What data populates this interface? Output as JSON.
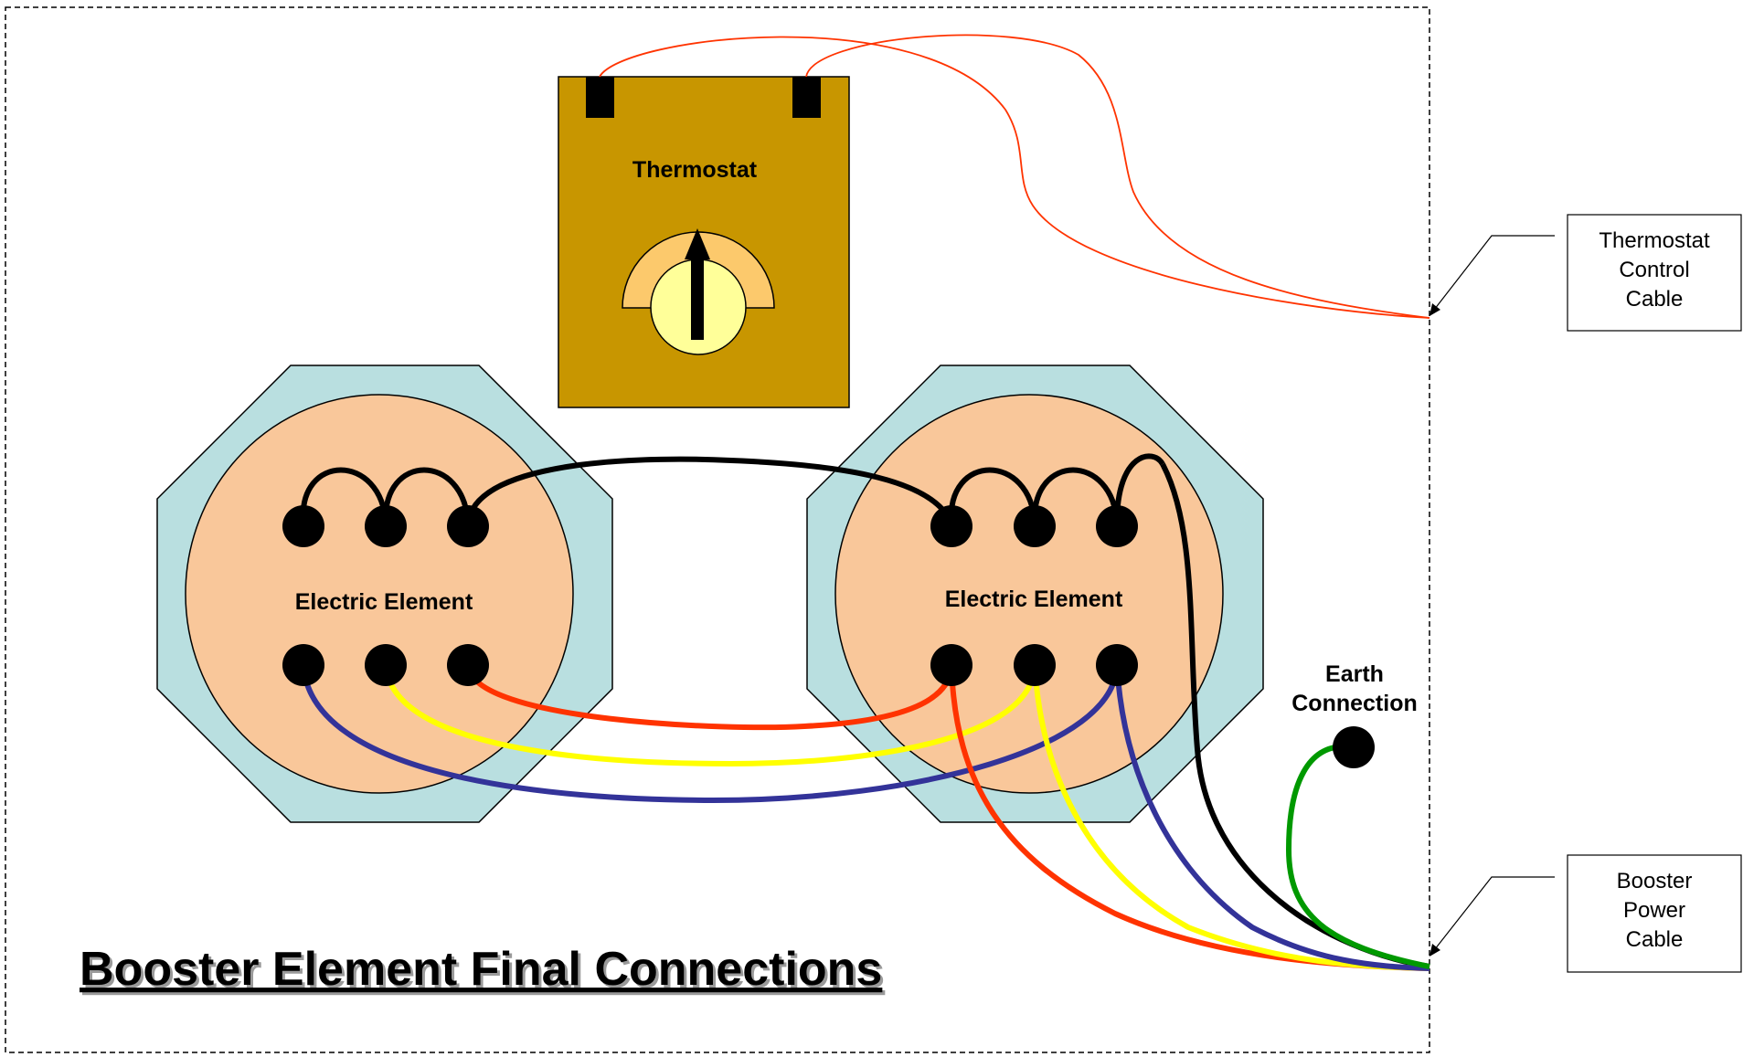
{
  "title": "Booster Element Final Connections",
  "thermostat": {
    "label": "Thermostat"
  },
  "elements": [
    {
      "label": "Electric Element"
    },
    {
      "label": "Electric Element"
    }
  ],
  "earth": {
    "label_line1": "Earth",
    "label_line2": "Connection"
  },
  "callouts": {
    "thermostat_cable": {
      "line1": "Thermostat",
      "line2": "Control",
      "line3": "Cable"
    },
    "booster_cable": {
      "line1": "Booster",
      "line2": "Power",
      "line3": "Cable"
    }
  },
  "colors": {
    "housing": "#b9dfe0",
    "element_disc": "#f9c79a",
    "thermostat_body": "#c89600",
    "dial_outer": "#fcc96c",
    "dial_inner": "#ffff99",
    "wire_red": "#ff3300",
    "wire_yellow": "#ffff00",
    "wire_blue": "#333399",
    "wire_black": "#000000",
    "wire_green": "#009900",
    "control_wire": "#ff3300"
  }
}
